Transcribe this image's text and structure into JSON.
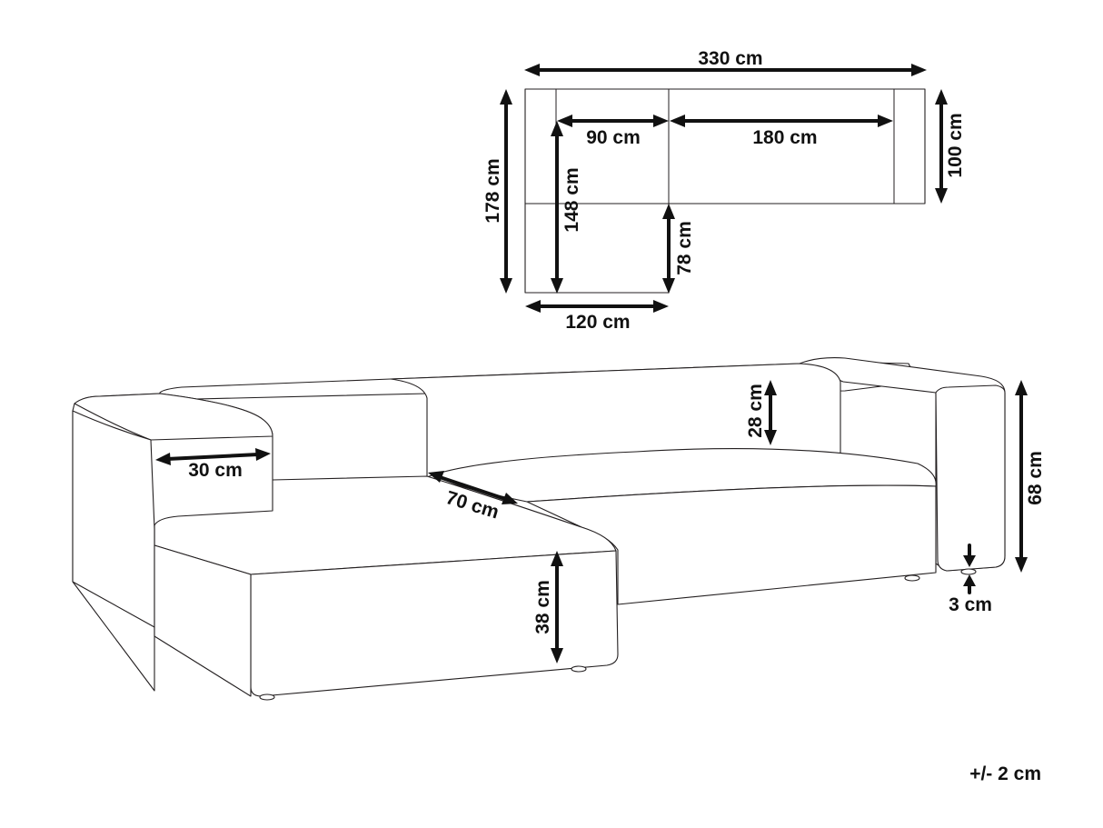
{
  "top_view": {
    "total_width": "330 cm",
    "total_depth": "178 cm",
    "seat_width_corner": "90 cm",
    "seat_width_main": "180 cm",
    "main_depth": "100 cm",
    "chaise_inner_length": "148 cm",
    "chaise_extension": "78 cm",
    "chaise_width": "120 cm"
  },
  "perspective_view": {
    "backrest_height": "28 cm",
    "total_height": "68 cm",
    "armrest_width": "30 cm",
    "seat_depth": "70 cm",
    "seat_height": "38 cm",
    "leg_height": "3 cm"
  },
  "tolerance": "+/- 2 cm"
}
